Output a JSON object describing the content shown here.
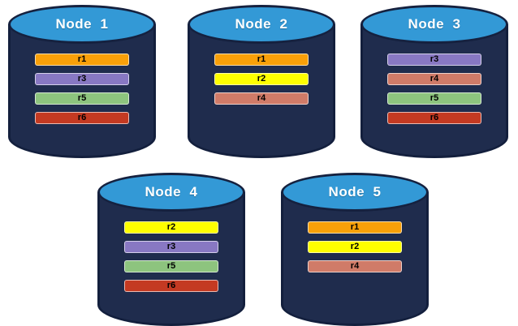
{
  "diagram": {
    "background": "#ffffff",
    "cylinder_body_color": "#1f2c4d",
    "cylinder_top_color": "#3399d6",
    "outline_color": "#15213f",
    "node_label_color": "#ffffff",
    "replica_label_color": "#000000"
  },
  "replica_colors": {
    "r1": "#f9a009",
    "r2": "#ffff00",
    "r3": "#8878c3",
    "r4": "#d07b68",
    "r5": "#8dc47e",
    "r6": "#c43a22"
  },
  "nodes": [
    {
      "id": "node-1",
      "label": "Node  1",
      "replicas": [
        "r1",
        "r3",
        "r5",
        "r6"
      ]
    },
    {
      "id": "node-2",
      "label": "Node  2",
      "replicas": [
        "r1",
        "r2",
        "r4"
      ]
    },
    {
      "id": "node-3",
      "label": "Node  3",
      "replicas": [
        "r3",
        "r4",
        "r5",
        "r6"
      ]
    },
    {
      "id": "node-4",
      "label": "Node  4",
      "replicas": [
        "r2",
        "r3",
        "r5",
        "r6"
      ]
    },
    {
      "id": "node-5",
      "label": "Node  5",
      "replicas": [
        "r1",
        "r2",
        "r4"
      ]
    }
  ]
}
